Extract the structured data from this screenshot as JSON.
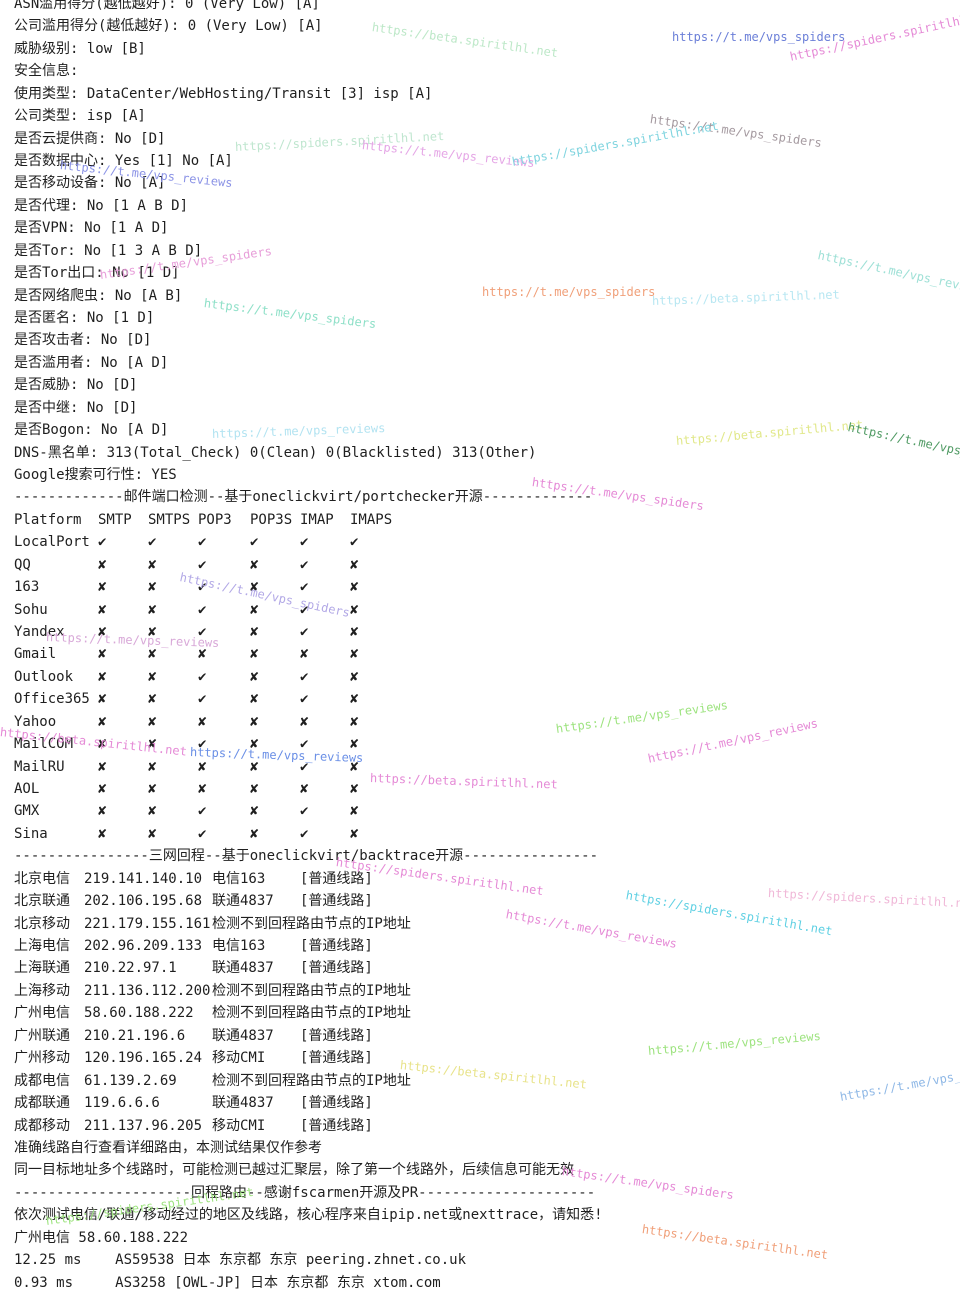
{
  "info_lines": [
    "ASN滥用得分(越低越好): 0 (Very Low) [A]",
    "公司滥用得分(越低越好): 0 (Very Low) [A]",
    "威胁级别: low [B]",
    "安全信息:",
    "使用类型: DataCenter/WebHosting/Transit [3] isp [A]",
    "公司类型: isp [A]",
    "是否云提供商: No [D]",
    "是否数据中心: Yes [1] No [A]",
    "是否移动设备: No [A]",
    "是否代理: No [1 A B D]",
    "是否VPN: No [1 A D]",
    "是否Tor: No [1 3 A B D]",
    "是否Tor出口: No [1 D]",
    "是否网络爬虫: No [A B]",
    "是否匿名: No [1 D]",
    "是否攻击者: No [D]",
    "是否滥用者: No [A D]",
    "是否威胁: No [D]",
    "是否中继: No [D]",
    "是否Bogon: No [A D]",
    "DNS-黑名单: 313(Total_Check) 0(Clean) 0(Blacklisted) 313(Other)",
    "Google搜索可行性: YES"
  ],
  "mail_section": {
    "header": "-------------邮件端口检测--基于oneclickvirt/portchecker开源-------------",
    "columns": [
      "Platform",
      "SMTP",
      "SMTPS",
      "POP3",
      "POP3S",
      "IMAP",
      "IMAPS"
    ],
    "rows": [
      [
        "LocalPort",
        "✔",
        "✔",
        "✔",
        "✔",
        "✔",
        "✔"
      ],
      [
        "QQ",
        "✘",
        "✘",
        "✔",
        "✘",
        "✔",
        "✘"
      ],
      [
        "163",
        "✘",
        "✘",
        "✔",
        "✘",
        "✔",
        "✘"
      ],
      [
        "Sohu",
        "✘",
        "✘",
        "✔",
        "✘",
        "✔",
        "✘"
      ],
      [
        "Yandex",
        "✘",
        "✘",
        "✔",
        "✘",
        "✔",
        "✘"
      ],
      [
        "Gmail",
        "✘",
        "✘",
        "✘",
        "✘",
        "✘",
        "✘"
      ],
      [
        "Outlook",
        "✘",
        "✘",
        "✔",
        "✘",
        "✔",
        "✘"
      ],
      [
        "Office365",
        "✘",
        "✘",
        "✔",
        "✘",
        "✔",
        "✘"
      ],
      [
        "Yahoo",
        "✘",
        "✘",
        "✘",
        "✘",
        "✘",
        "✘"
      ],
      [
        "MailCOM",
        "✘",
        "✘",
        "✔",
        "✘",
        "✔",
        "✘"
      ],
      [
        "MailRU",
        "✘",
        "✘",
        "✘",
        "✘",
        "✔",
        "✘"
      ],
      [
        "AOL",
        "✘",
        "✘",
        "✘",
        "✘",
        "✘",
        "✘"
      ],
      [
        "GMX",
        "✘",
        "✘",
        "✔",
        "✘",
        "✔",
        "✘"
      ],
      [
        "Sina",
        "✘",
        "✘",
        "✔",
        "✘",
        "✔",
        "✘"
      ]
    ]
  },
  "backtrace_section": {
    "header": "----------------三网回程--基于oneclickvirt/backtrace开源----------------",
    "rows": [
      [
        "北京电信",
        "219.141.140.10",
        "电信163",
        "[普通线路]"
      ],
      [
        "北京联通",
        "202.106.195.68",
        "联通4837",
        "[普通线路]"
      ],
      [
        "北京移动",
        "221.179.155.161",
        "检测不到回程路由节点的IP地址",
        ""
      ],
      [
        "上海电信",
        "202.96.209.133",
        "电信163",
        "[普通线路]"
      ],
      [
        "上海联通",
        "210.22.97.1",
        "联通4837",
        "[普通线路]"
      ],
      [
        "上海移动",
        "211.136.112.200",
        "检测不到回程路由节点的IP地址",
        ""
      ],
      [
        "广州电信",
        "58.60.188.222",
        "检测不到回程路由节点的IP地址",
        ""
      ],
      [
        "广州联通",
        "210.21.196.6",
        "联通4837",
        "[普通线路]"
      ],
      [
        "广州移动",
        "120.196.165.24",
        "移动CMI",
        "[普通线路]"
      ],
      [
        "成都电信",
        "61.139.2.69",
        "检测不到回程路由节点的IP地址",
        ""
      ],
      [
        "成都联通",
        "119.6.6.6",
        "联通4837",
        "[普通线路]"
      ],
      [
        "成都移动",
        "211.137.96.205",
        "移动CMI",
        "[普通线路]"
      ]
    ],
    "note1": "准确线路自行查看详细路由，本测试结果仅作参考",
    "note2": "同一目标地址多个线路时，可能检测已越过汇聚层，除了第一个线路外，后续信息可能无效"
  },
  "route_section": {
    "header": "---------------------回程路由--感谢fscarmen开源及PR---------------------",
    "note": "依次测试电信/联通/移动经过的地区及线路，核心程序来自ipip.net或nexttrace，请知悉!",
    "target": "广州电信 58.60.188.222",
    "hops": [
      "12.25 ms    AS59538 日本 东京都 东京 peering.zhnet.co.uk",
      "0.93 ms     AS3258 [OWL-JP] 日本 东京都 东京 xtom.com"
    ]
  },
  "watermarks": [
    {
      "text": "https://beta.spiritlhl.net",
      "color": "#bde8c8"
    },
    {
      "text": "https://t.me/vps_spiders",
      "color": "#6b7fd8"
    },
    {
      "text": "https://spiders.spiritlhl.net",
      "color": "#e58ad6"
    },
    {
      "text": "https://t.me/vps_spiders",
      "color": "#a59aa0"
    },
    {
      "text": "https://spiders.spiritlhl.net",
      "color": "#bfe6cf"
    },
    {
      "text": "https://t.me/vps_reviews",
      "color": "#e5a6e6"
    },
    {
      "text": "https://spiders.spiritlhl.net",
      "color": "#7fd4df"
    },
    {
      "text": "https://t.me/vps_reviews",
      "color": "#8b93e6"
    },
    {
      "text": "https://t.me/vps_reviews",
      "color": "#9ee0d6"
    },
    {
      "text": "https://t.me/vps_spiders",
      "color": "#e79ed9"
    },
    {
      "text": "https://t.me/vps_spiders",
      "color": "#8fe0c8"
    },
    {
      "text": "https://t.me/vps_spiders",
      "color": "#f0a07a"
    },
    {
      "text": "https://beta.spiritlhl.net",
      "color": "#b8e7f2"
    },
    {
      "text": "https://t.me/vps_reviews",
      "color": "#b2e3f1"
    },
    {
      "text": "https://beta.spiritlhl.net",
      "color": "#e1e88a"
    },
    {
      "text": "https://t.me/vps_",
      "color": "#4f9a63"
    },
    {
      "text": "https://t.me/vps_spiders",
      "color": "#e58ad6"
    },
    {
      "text": "https://t.me/vps_spiders",
      "color": "#b2a8e6"
    },
    {
      "text": "https://t.me/vps_reviews",
      "color": "#d8a8d8"
    },
    {
      "text": "https://t.me/vps_reviews",
      "color": "#9de37f"
    },
    {
      "text": "https://t.me/vps_reviews",
      "color": "#e58ad6"
    },
    {
      "text": "https://beta.spiritlhl.net",
      "color": "#e58ad6"
    },
    {
      "text": "https://t.me/vps_reviews",
      "color": "#6a8fe6"
    },
    {
      "text": "https://beta.spiritlhl.net",
      "color": "#e58ad6"
    },
    {
      "text": "https://spiders.spiritlhl.net",
      "color": "#e58ad6"
    },
    {
      "text": "https://spiders.spiritlhl.net",
      "color": "#5fd0e3"
    },
    {
      "text": "https://t.me/vps_reviews",
      "color": "#e58ad6"
    },
    {
      "text": "https://spiders.spiritlhl.net",
      "color": "#f0b8d8"
    },
    {
      "text": "https://t.me/vps_reviews",
      "color": "#9de37f"
    },
    {
      "text": "https://t.me/vps_",
      "color": "#8fb8e6"
    },
    {
      "text": "https://beta.spiritlhl.net",
      "color": "#e8e38a"
    },
    {
      "text": "https://t.me/vps_spiders",
      "color": "#e58ad6"
    },
    {
      "text": "https://spiders.spiritlhl.net",
      "color": "#9de37f"
    },
    {
      "text": "https://beta.spiritlhl.net",
      "color": "#f0a07a"
    }
  ]
}
